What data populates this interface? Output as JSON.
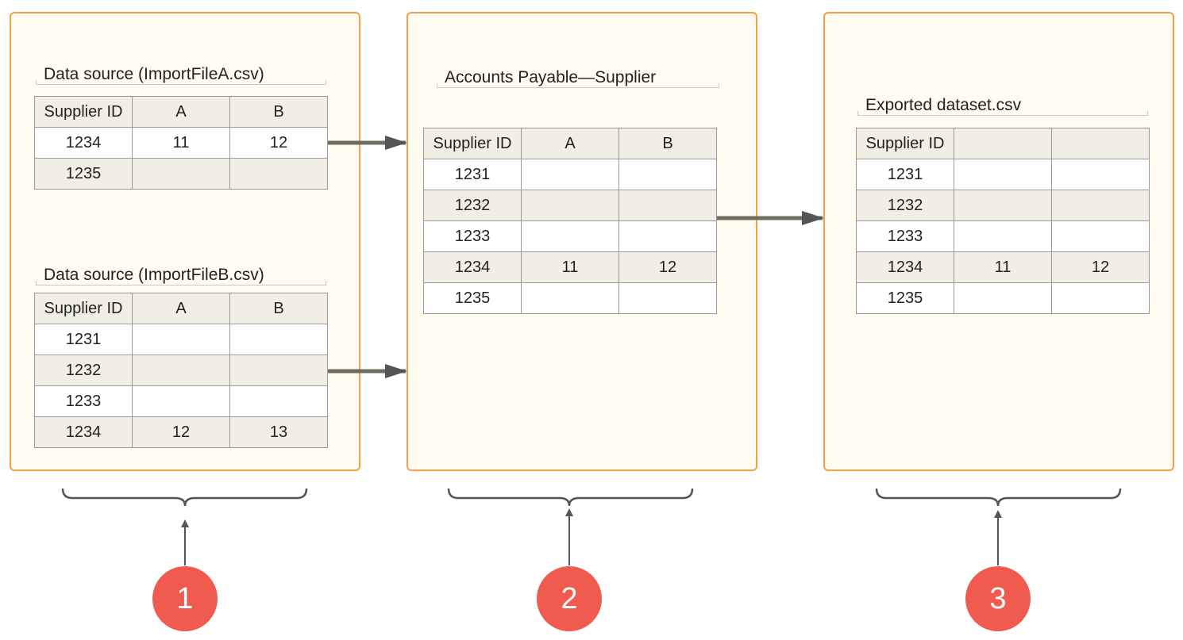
{
  "colors": {
    "panel_fill": "#fffbf0",
    "panel_border": "#f4a04a",
    "header_row_fill": "#f1efe3",
    "marker_fill": "#f05a4f",
    "arrow": "#555555"
  },
  "panel1": {
    "tableA": {
      "title": "Data source (ImportFileA.csv)",
      "headers": [
        "Supplier ID",
        "A",
        "B"
      ],
      "rows": [
        [
          "1234",
          "11",
          "12"
        ],
        [
          "1235",
          "",
          ""
        ]
      ]
    },
    "tableB": {
      "title": "Data source (ImportFileB.csv)",
      "headers": [
        "Supplier ID",
        "A",
        "B"
      ],
      "rows": [
        [
          "1231",
          "",
          ""
        ],
        [
          "1232",
          "",
          ""
        ],
        [
          "1233",
          "",
          ""
        ],
        [
          "1234",
          "12",
          "13"
        ]
      ]
    }
  },
  "panel2": {
    "table": {
      "title": "Accounts Payable—Supplier",
      "headers": [
        "Supplier ID",
        "A",
        "B"
      ],
      "rows": [
        [
          "1231",
          "",
          ""
        ],
        [
          "1232",
          "",
          ""
        ],
        [
          "1233",
          "",
          ""
        ],
        [
          "1234",
          "11",
          "12"
        ],
        [
          "1235",
          "",
          ""
        ]
      ]
    }
  },
  "panel3": {
    "table": {
      "title": "Exported dataset.csv",
      "headers": [
        "Supplier ID",
        "",
        ""
      ],
      "rows": [
        [
          "1231",
          "",
          ""
        ],
        [
          "1232",
          "",
          ""
        ],
        [
          "1233",
          "",
          ""
        ],
        [
          "1234",
          "11",
          "12"
        ],
        [
          "1235",
          "",
          ""
        ]
      ]
    }
  },
  "markers": [
    "1",
    "2",
    "3"
  ]
}
